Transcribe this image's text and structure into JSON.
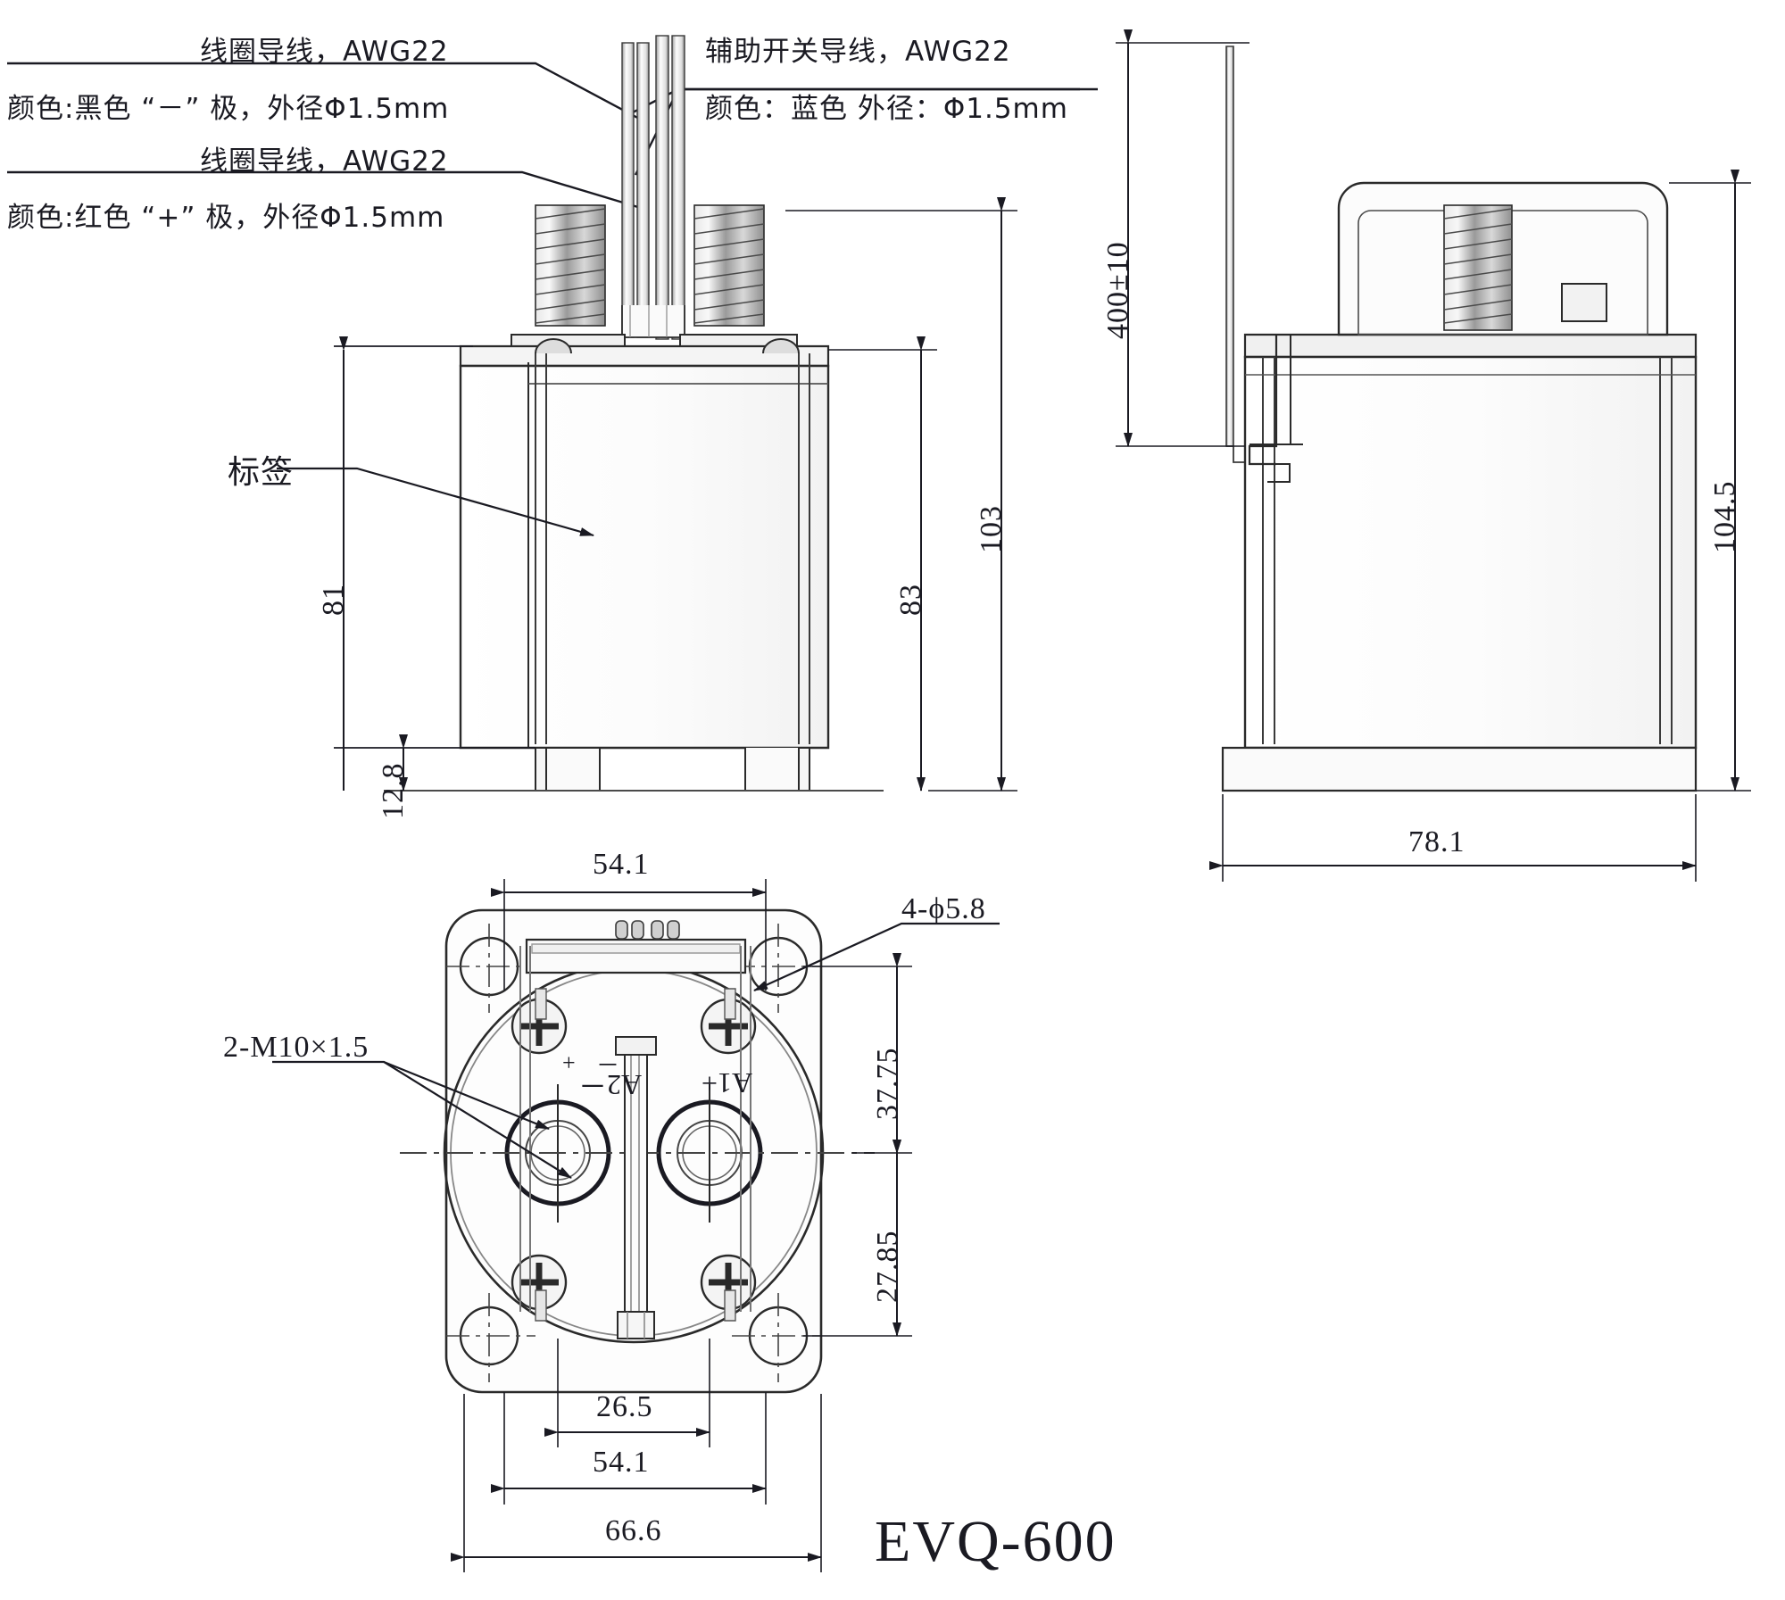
{
  "drawing": {
    "model_name": "EVQ-600",
    "title": "EVQ-600 contactor outline dimension drawing",
    "units": "mm"
  },
  "annotations": {
    "coil_wire_black": {
      "line1": "线圈导线，AWG22",
      "line2": "颜色:黑色 “－” 极，外径Φ1.5mm"
    },
    "coil_wire_red": {
      "line1": "线圈导线，AWG22",
      "line2": "颜色:红色 “+” 极，外径Φ1.5mm"
    },
    "aux_switch_wire": {
      "line1": "辅助开关导线，AWG22",
      "line2": "颜色：蓝色 外径：Φ1.5mm"
    },
    "label_callout": "标签"
  },
  "dimensions": {
    "front_view": {
      "body_height": "81",
      "base_height": "12.8",
      "to_terminal_base": "83",
      "overall_height": "103"
    },
    "side_view": {
      "wire_length": "400±10",
      "overall_height": "104.5",
      "overall_width": "78.1"
    },
    "bottom_view": {
      "width_top": "54.1",
      "hole_pitch_upper": "37.75",
      "hole_pitch_lower": "27.85",
      "terminal_pitch": "26.5",
      "mount_width": "54.1",
      "overall_width": "66.6"
    }
  },
  "callouts": {
    "mounting_holes": "4-ϕ5.8",
    "terminal_thread": "2-M10×1.5"
  },
  "terminal_marks": {
    "a2": "A2－",
    "a1": "A1+",
    "connector_plus": "+",
    "connector_minus": "－"
  }
}
